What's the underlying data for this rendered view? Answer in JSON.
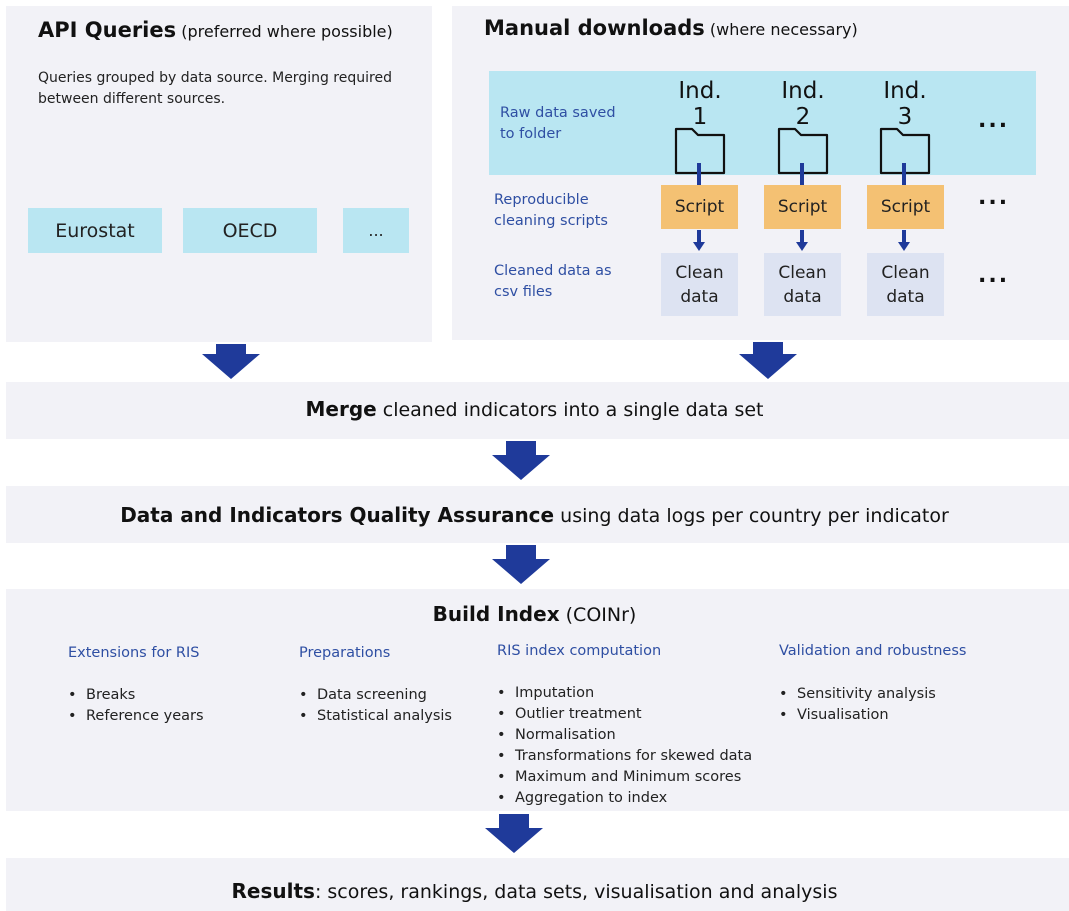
{
  "api": {
    "title": "API Queries",
    "subtitle": "(preferred where possible)",
    "description": "Queries grouped by data source. Merging required between different sources.",
    "sources": [
      "Eurostat",
      "OECD",
      "..."
    ]
  },
  "manual": {
    "title": "Manual downloads",
    "subtitle": "(where necessary)",
    "indicators": [
      "Ind. 1",
      "Ind. 2",
      "Ind. 3"
    ],
    "row_labels": {
      "raw": "Raw data saved to folder",
      "scripts": "Reproducible cleaning scripts",
      "cleaned": "Cleaned data as csv files"
    },
    "script_label": "Script",
    "clean_label": "Clean data",
    "ellipsis": "..."
  },
  "merge": {
    "bold": "Merge",
    "text": "cleaned indicators into a single data set"
  },
  "qa": {
    "bold": "Data and Indicators Quality Assurance",
    "text": "using data logs per country per indicator"
  },
  "build": {
    "bold": "Build Index",
    "text": "(COINr)",
    "columns": [
      {
        "title": "Extensions for RIS",
        "items": [
          "Breaks",
          "Reference years"
        ]
      },
      {
        "title": "Preparations",
        "items": [
          "Data screening",
          "Statistical analysis"
        ]
      },
      {
        "title": "RIS index computation",
        "items": [
          "Imputation",
          "Outlier treatment",
          "Normalisation",
          "Transformations for skewed data",
          "Maximum and Minimum scores",
          "Aggregation to index"
        ]
      },
      {
        "title": "Validation and robustness",
        "items": [
          "Sensitivity analysis",
          "Visualisation"
        ]
      }
    ]
  },
  "results": {
    "bold": "Results",
    "text": ": scores, rankings, data sets, visualisation and analysis"
  },
  "colors": {
    "panel_bg": "#f2f2f7",
    "raw_band": "#b9e6f2",
    "script_box": "#f4c173",
    "clean_box": "#dde3f2",
    "arrow": "#1f3a9a",
    "label_blue": "#2f4fa3"
  }
}
